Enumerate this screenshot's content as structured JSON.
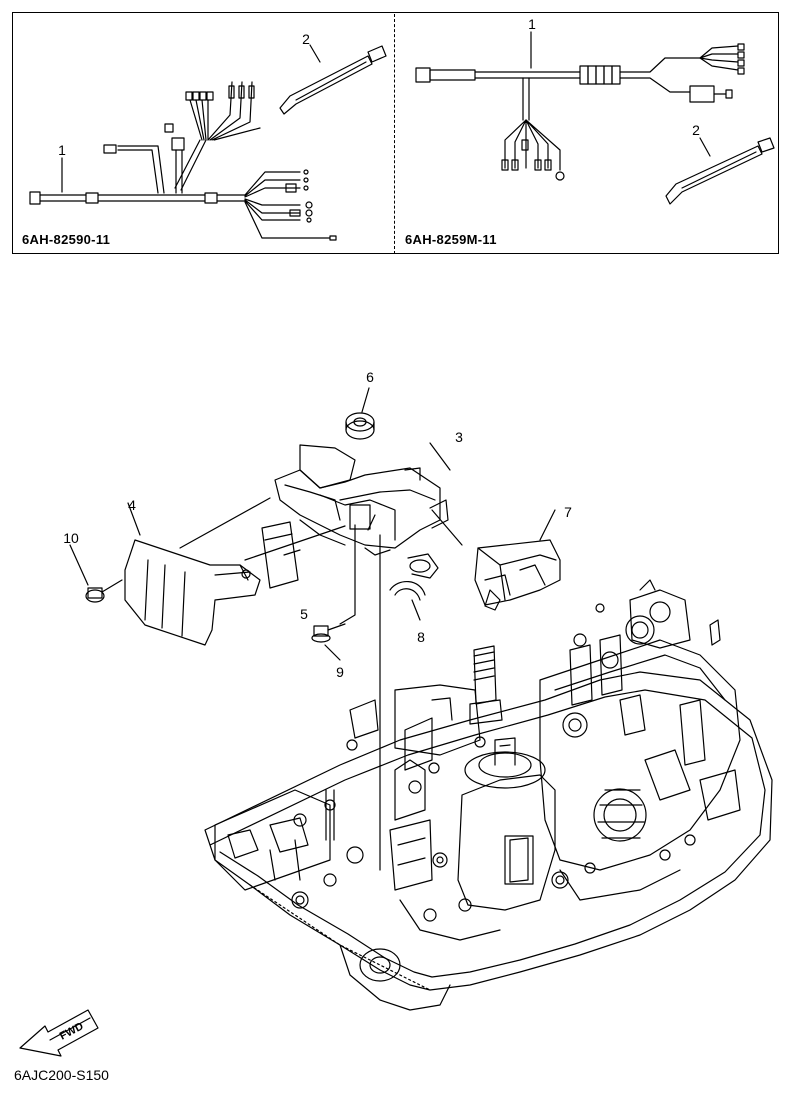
{
  "header": {
    "left_panel": {
      "part_code": "6AH-82590-11",
      "callouts": [
        "1",
        "2"
      ]
    },
    "right_panel": {
      "part_code": "6AH-8259M-11",
      "callouts": [
        "1",
        "2"
      ]
    }
  },
  "main_diagram": {
    "callouts": [
      "6",
      "3",
      "4",
      "7",
      "10",
      "5",
      "8",
      "9"
    ]
  },
  "fwd_arrow": {
    "label": "FWD"
  },
  "footer": {
    "diagram_code": "6AJC200-S150"
  }
}
